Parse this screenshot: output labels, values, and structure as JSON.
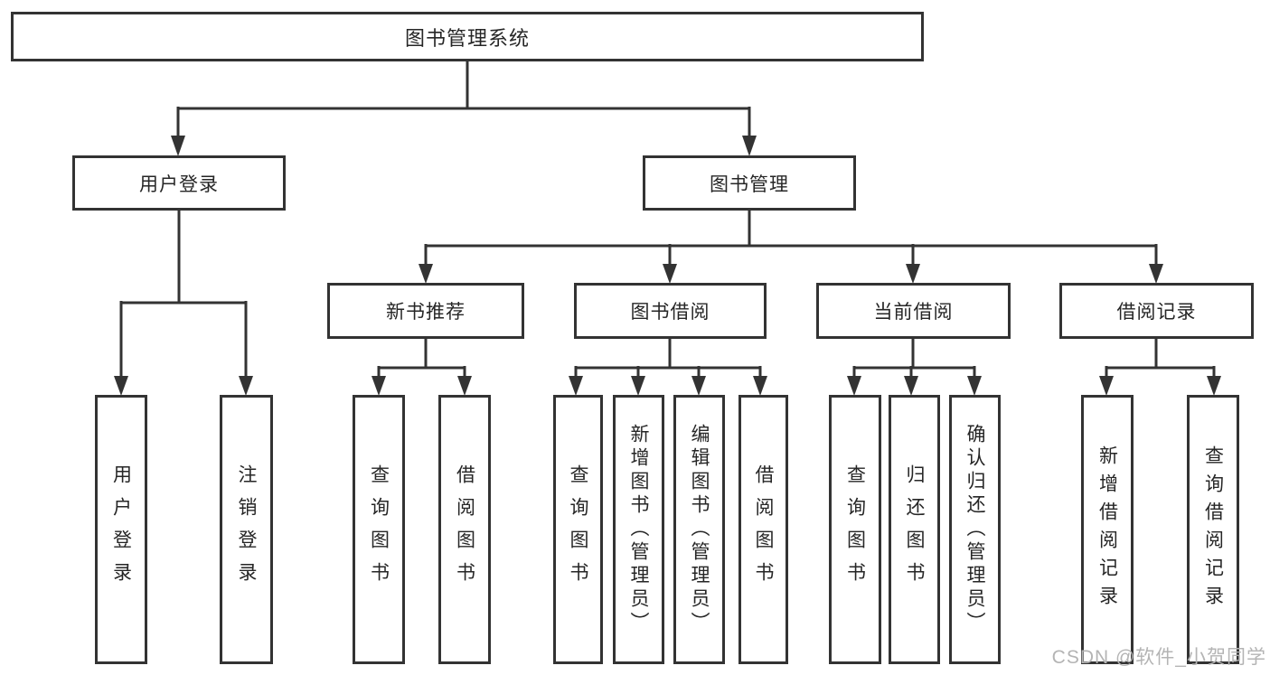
{
  "tree": {
    "label": "图书管理系统",
    "children": [
      {
        "label": "用户登录",
        "children": [
          {
            "label": "用户登录"
          },
          {
            "label": "注销登录"
          }
        ]
      },
      {
        "label": "图书管理",
        "children": [
          {
            "label": "新书推荐",
            "children": [
              {
                "label": "查询图书"
              },
              {
                "label": "借阅图书"
              }
            ]
          },
          {
            "label": "图书借阅",
            "children": [
              {
                "label": "查询图书"
              },
              {
                "label": "新增图书（管理员）"
              },
              {
                "label": "编辑图书（管理员）"
              },
              {
                "label": "借阅图书"
              }
            ]
          },
          {
            "label": "当前借阅",
            "children": [
              {
                "label": "查询图书"
              },
              {
                "label": "归还图书"
              },
              {
                "label": "确认归还（管理员）"
              }
            ]
          },
          {
            "label": "借阅记录",
            "children": [
              {
                "label": "新增借阅记录"
              },
              {
                "label": "查询借阅记录"
              }
            ]
          }
        ]
      }
    ]
  },
  "watermark": {
    "text": "CSDN @软件_小贺同学"
  },
  "colors": {
    "line": "#333333",
    "box_border": "#333333",
    "text": "#262626",
    "watermark": "#b4b4b4",
    "bg": "#ffffff"
  }
}
